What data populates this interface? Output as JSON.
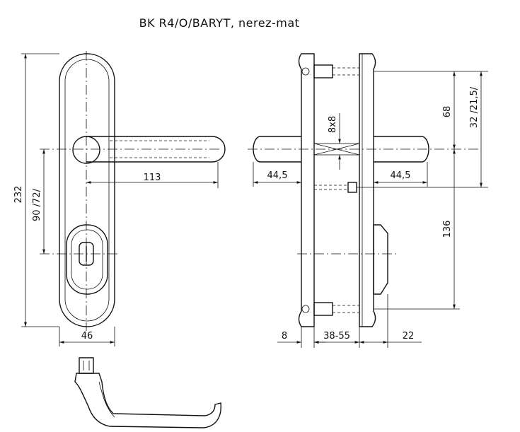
{
  "title": "BK  R4/O/BARYT,  nerez-mat",
  "dimensions": {
    "height_total": "232",
    "handle_length": "113",
    "spacing": "90 /72/",
    "width": "46",
    "shank_left": "44,5",
    "shank_right": "44,5",
    "square": "8x8",
    "top_to_spindle": "68",
    "top_alt": "32 /21,5/",
    "spindle_to_cylinder": "136",
    "inner_plate": "8",
    "door_thickness": "38-55",
    "outer_projection": "22"
  }
}
